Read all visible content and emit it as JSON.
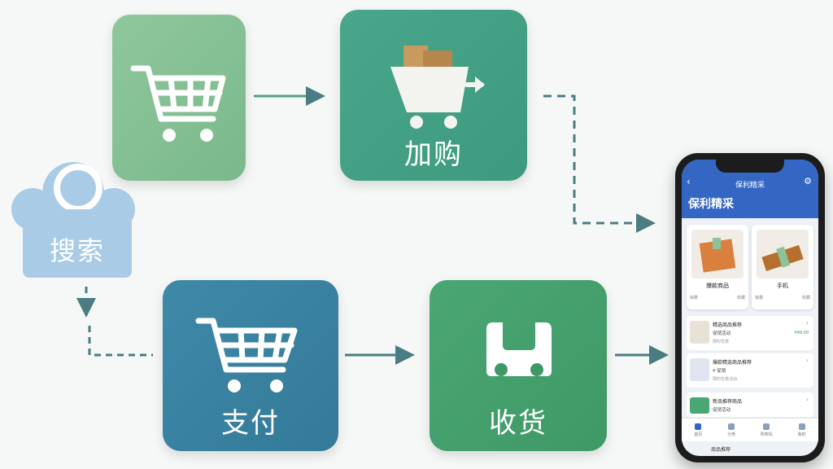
{
  "nodes": {
    "search": "搜索",
    "add_to_cart": "加购",
    "pay": "支付",
    "receive": "收货"
  },
  "icons": [
    "shopping-cart-icon",
    "cart-with-boxes-icon",
    "search-magnifier-icon",
    "delivery-cart-icon",
    "delivery-vehicle-icon"
  ],
  "colors": {
    "cart_tile": "#84c194",
    "add_tile": "#43a085",
    "pay_tile": "#3a82a0",
    "receive_tile": "#45a06d",
    "search_node": "#a9cbe6",
    "connector": "#4a7c82",
    "phone_header": "#3466c4"
  },
  "phone": {
    "nav_title": "保利精采",
    "page_title": "保利精采",
    "products": [
      {
        "name": "爆款商品",
        "meta_left": "销量",
        "meta_right": "收藏"
      },
      {
        "name": "手机",
        "meta_left": "销量",
        "meta_right": "收藏"
      }
    ],
    "list": [
      {
        "title": "精选商品推荐",
        "sub": "促销活动",
        "foot": "限时优惠",
        "price": "¥99.00"
      },
      {
        "title": "爆款精选商品推荐",
        "sub": "¥ 促销",
        "foot": "限时优惠活动",
        "price": ""
      },
      {
        "title": "新品推荐商品",
        "sub": "促销活动",
        "foot": "",
        "price": ""
      }
    ],
    "tabs": [
      "首页",
      "分类",
      "购物车",
      "我的"
    ],
    "footer_text": "商品推荐"
  }
}
